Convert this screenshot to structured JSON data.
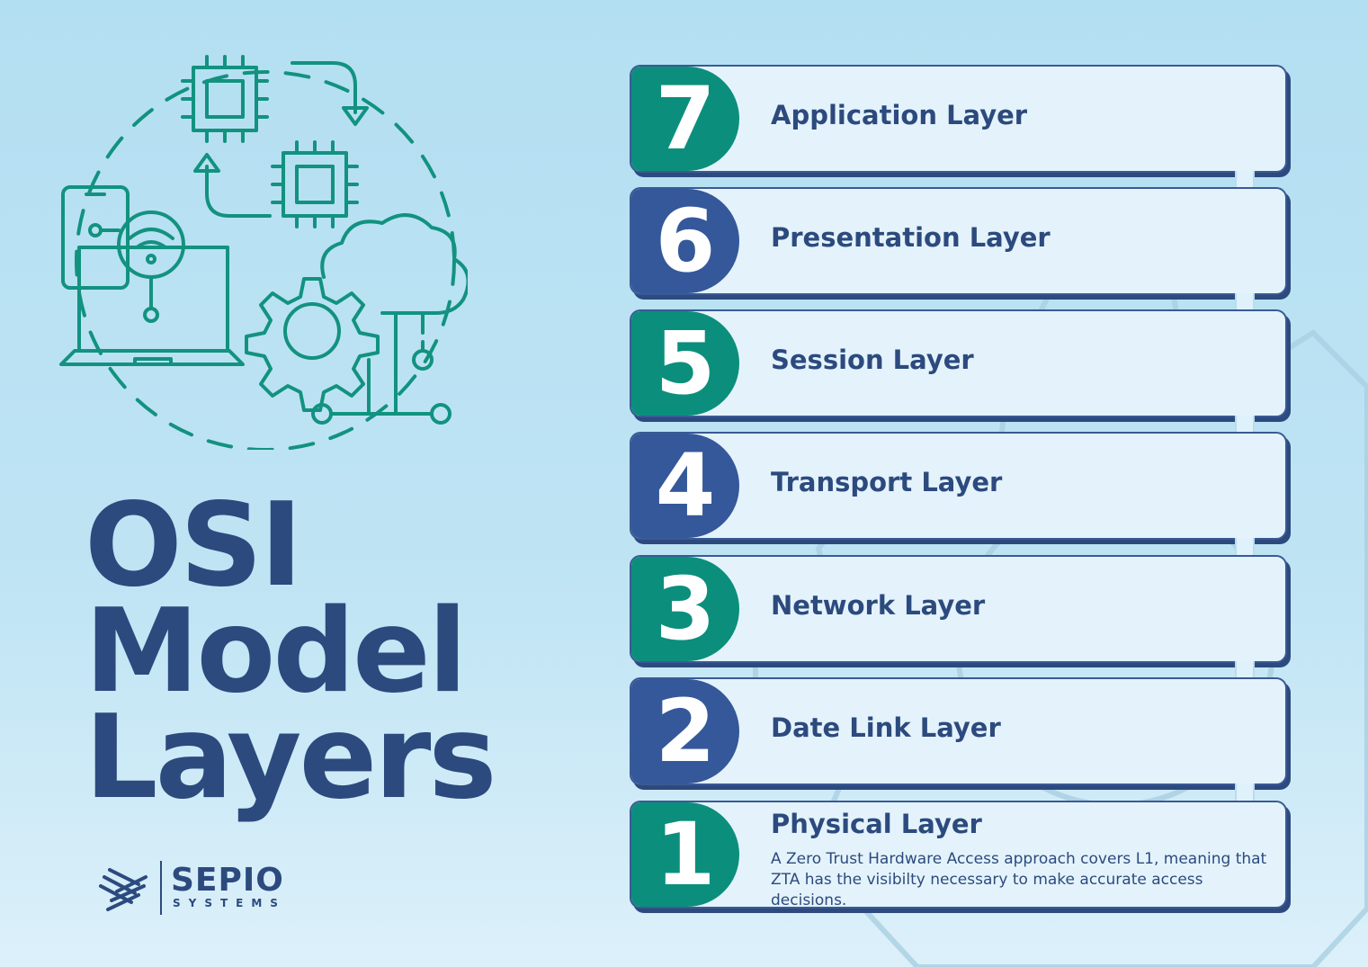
{
  "title": {
    "line1": "OSI",
    "line2": "Model",
    "line3": "Layers"
  },
  "brand": {
    "name": "SEPIO",
    "sub": "SYSTEMS"
  },
  "colors": {
    "navy": "#2c4a7e",
    "teal": "#0b8f7c",
    "badge_navy": "#35589a",
    "card": "#e4f3fb",
    "icon": "#12927f"
  },
  "layers": [
    {
      "number": "7",
      "label": "Application Layer",
      "badge_color": "teal"
    },
    {
      "number": "6",
      "label": "Presentation Layer",
      "badge_color": "navy"
    },
    {
      "number": "5",
      "label": "Session Layer",
      "badge_color": "teal"
    },
    {
      "number": "4",
      "label": "Transport Layer",
      "badge_color": "navy"
    },
    {
      "number": "3",
      "label": "Network Layer",
      "badge_color": "teal"
    },
    {
      "number": "2",
      "label": "Date Link Layer",
      "badge_color": "navy"
    },
    {
      "number": "1",
      "label": "Physical Layer",
      "badge_color": "teal",
      "description": "A Zero Trust Hardware Access approach covers L1, meaning that ZTA has the visibilty necessary to make accurate access decisions."
    }
  ],
  "icons": [
    "chip-icon",
    "chip-icon",
    "smartphone-icon",
    "wifi-icon",
    "laptop-icon",
    "gear-icon",
    "cloud-icon",
    "sepio-logo-icon"
  ]
}
